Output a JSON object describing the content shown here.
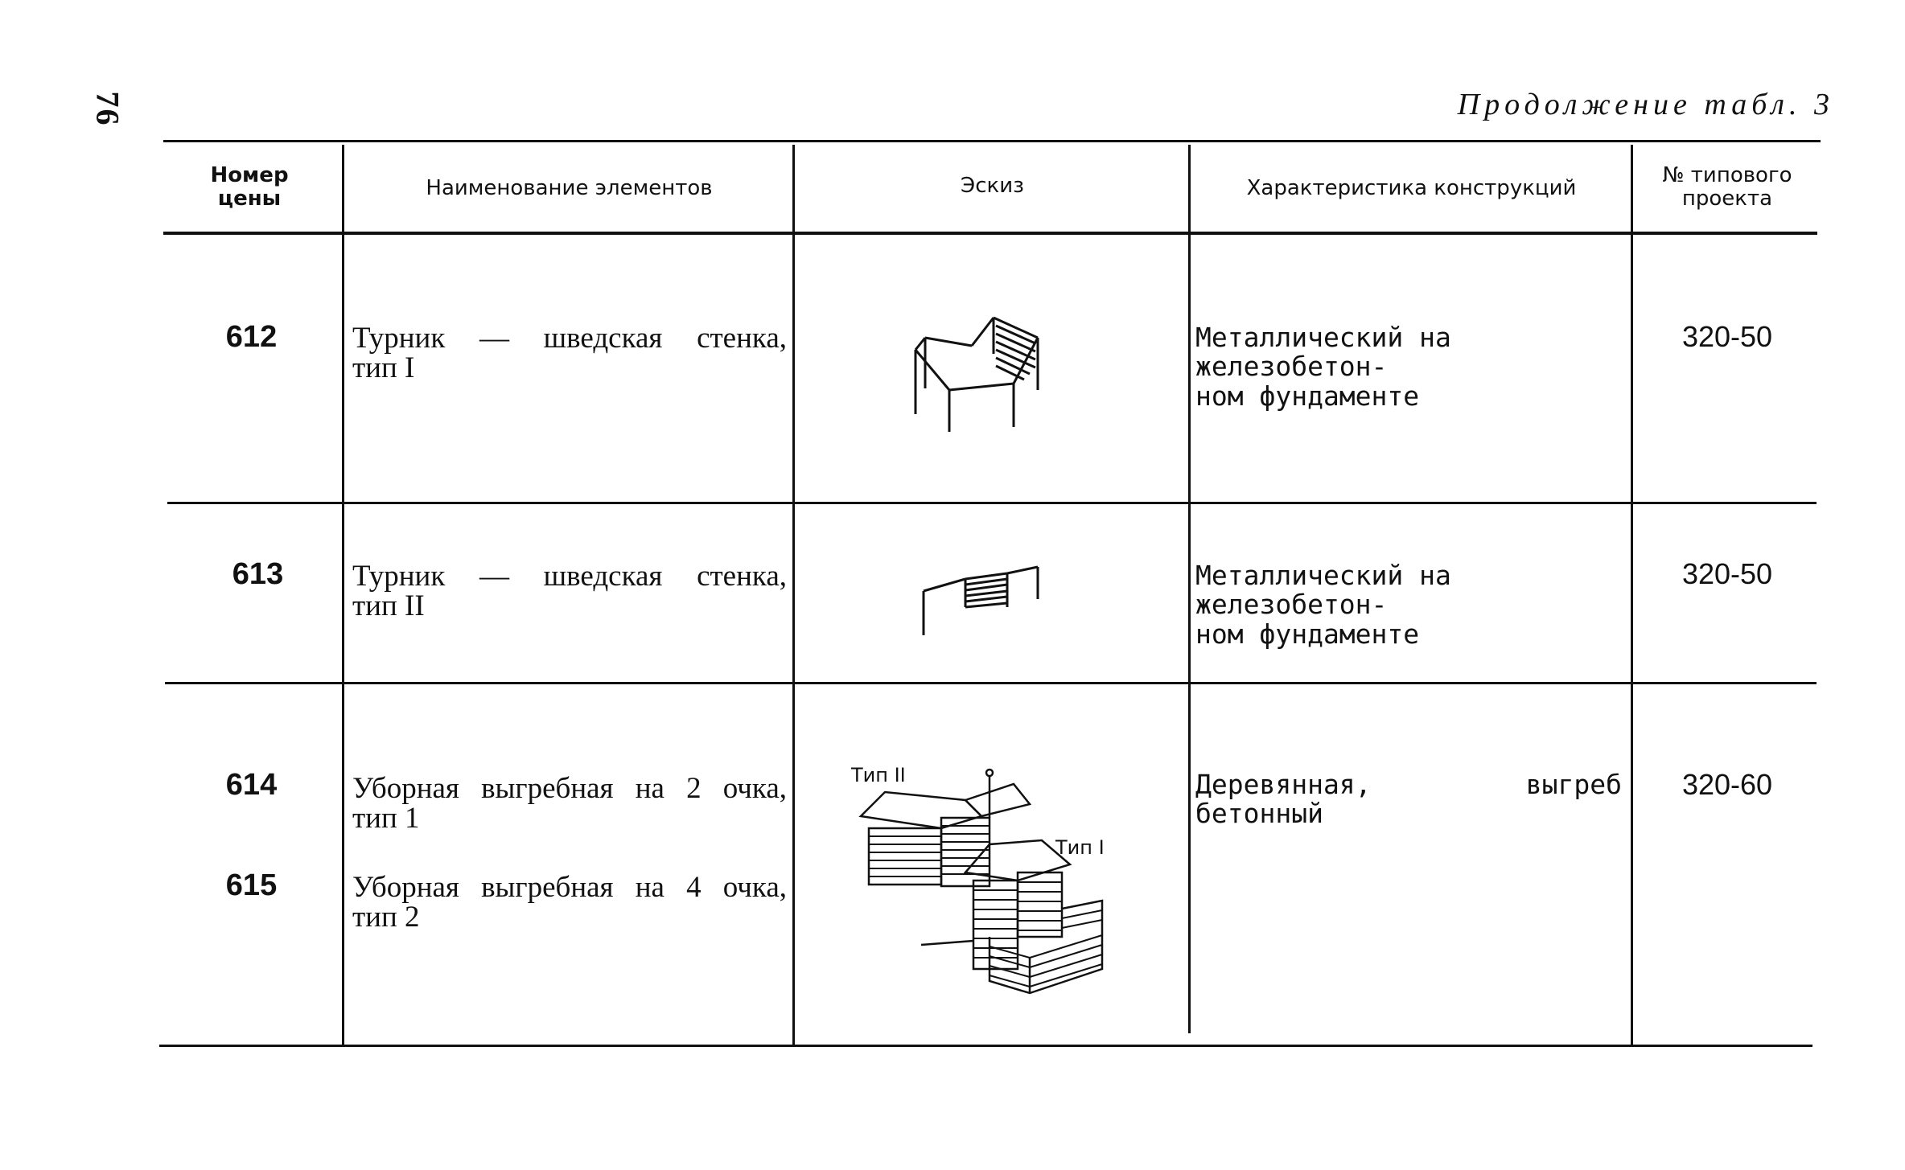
{
  "page_number": "76",
  "continuation": "Продолжение табл. 3",
  "headers": {
    "price_number": "Номер\nцены",
    "element_name": "Наименование элементов",
    "sketch": "Эскиз",
    "characteristic": "Характеристика конструкций",
    "project": "№ типового\nпроекта"
  },
  "rows": [
    {
      "numbers": [
        "612"
      ],
      "names": [
        [
          "Турник — шведская стенка,",
          "тип I"
        ]
      ],
      "sketch": "swedish-wall-type1-sketch",
      "characteristic": [
        "Металлический на железобетон-",
        "ном фундаменте"
      ],
      "project": "320-50"
    },
    {
      "numbers": [
        "613"
      ],
      "names": [
        [
          "Турник — шведская стенка,",
          "тип II"
        ]
      ],
      "sketch": "swedish-wall-type2-sketch",
      "characteristic": [
        "Металлический на железобетон-",
        "ном фундаменте"
      ],
      "project": "320-50"
    },
    {
      "numbers": [
        "614",
        "615"
      ],
      "names": [
        [
          "Уборная выгребная на 2 очка,",
          "тип 1"
        ],
        [
          "Уборная выгребная на 4 очка,",
          "тип 2"
        ]
      ],
      "sketch": "outhouse-sketch",
      "sketch_labels": [
        "Тип II",
        "Тип I"
      ],
      "characteristic": [
        "Деревянная, выгреб бетонный"
      ],
      "project": "320-60"
    }
  ]
}
